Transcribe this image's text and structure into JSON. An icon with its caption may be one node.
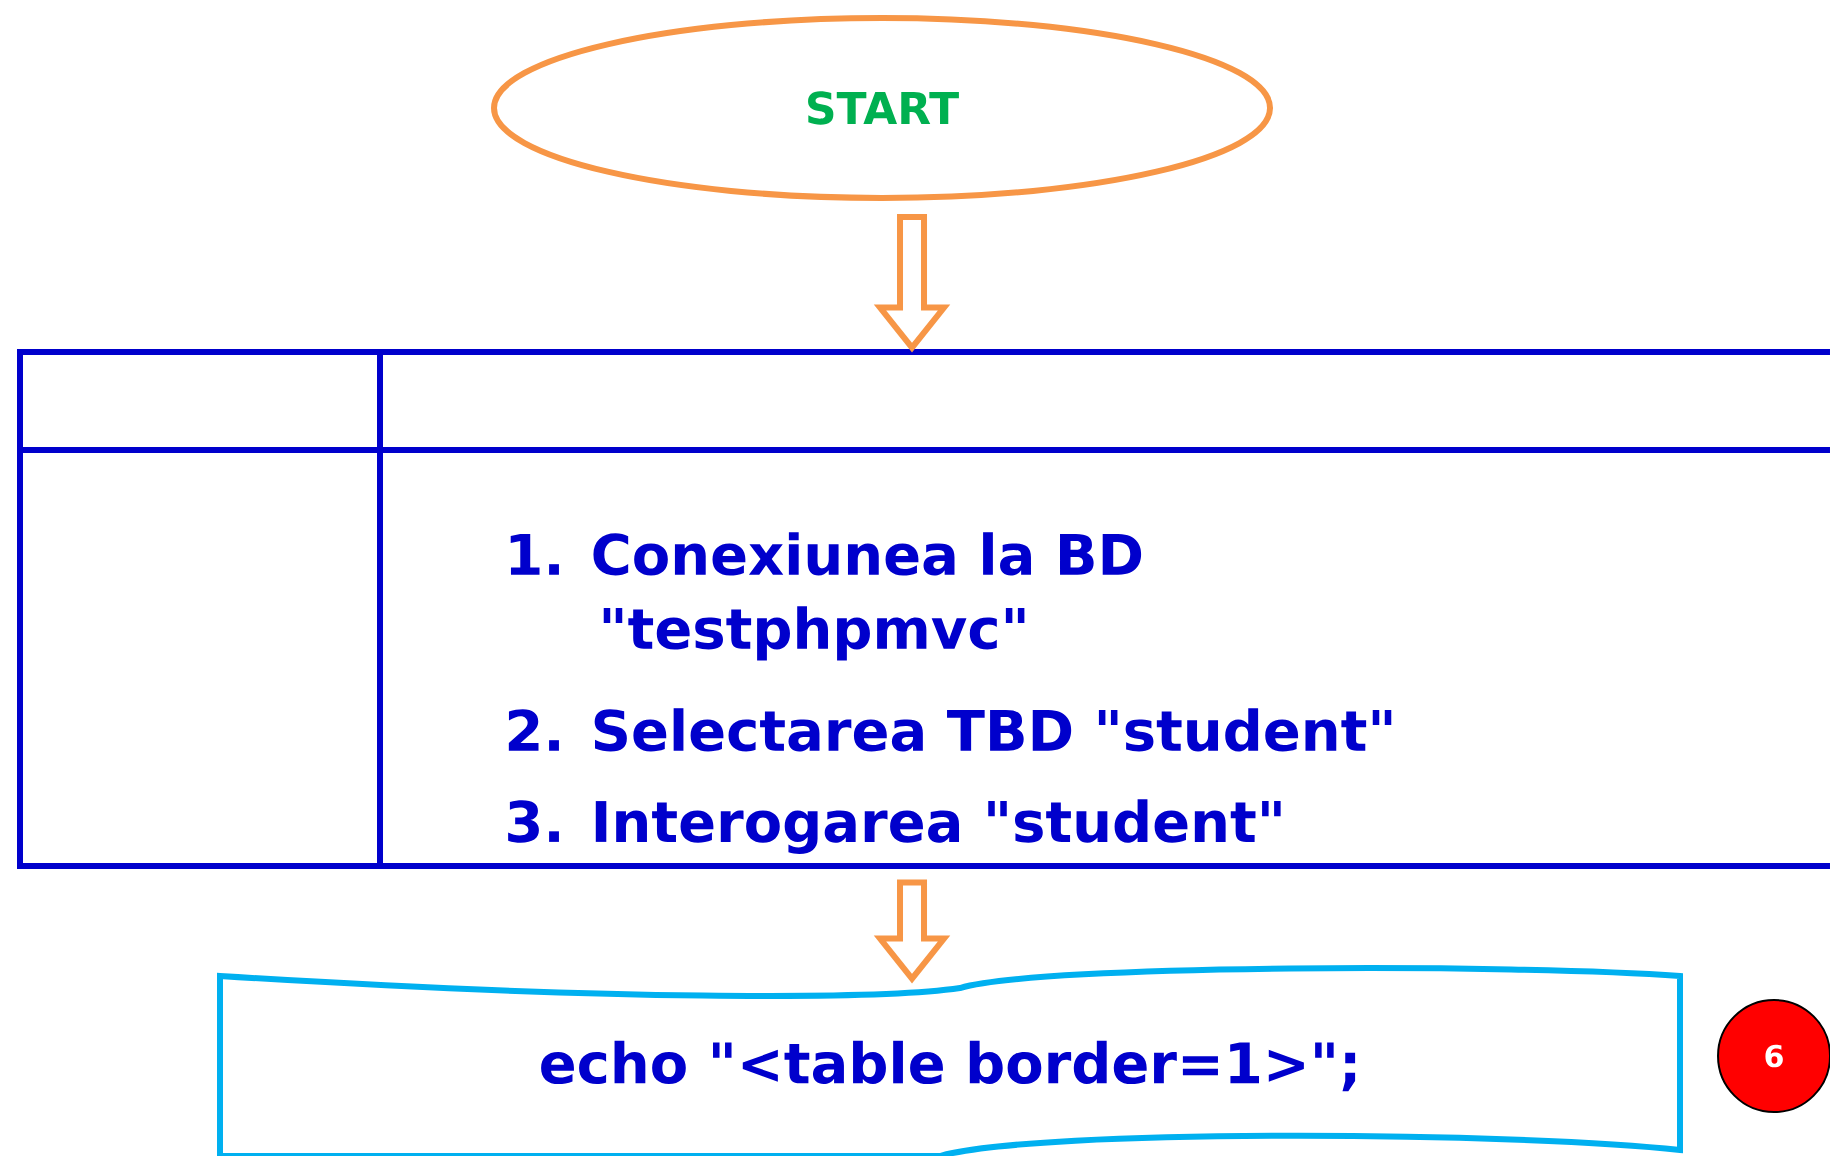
{
  "diagram": {
    "nodes": [
      {
        "text": [
          "START"
        ]
      },
      {
        "text": [
          "1. Conexiunea la BD \"testphpmvc\"",
          "2. Selectarea TBD \"student\"",
          "3. Interogarea \"student\""
        ]
      },
      {
        "text": [
          "echo \"<table border=1>\";"
        ]
      },
      {
        "text": [
          "6"
        ]
      }
    ],
    "edges": [
      {
        "from": 0,
        "to": 1,
        "arrow": "to"
      },
      {
        "from": 1,
        "to": 2,
        "arrow": "to"
      }
    ]
  }
}
